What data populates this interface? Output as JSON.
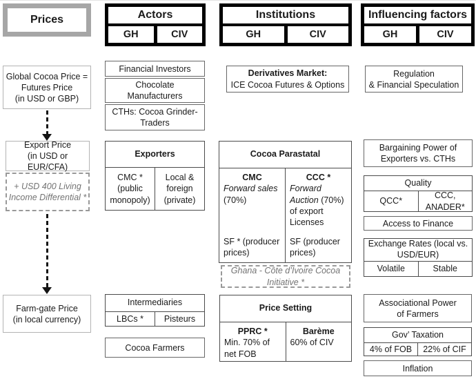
{
  "header": {
    "prices": "Prices",
    "actors": "Actors",
    "institutions": "Institutions",
    "influencing_factors": "Influencing factors",
    "gh": "GH",
    "civ": "CIV"
  },
  "prices": {
    "global_price": "Global Cocoa Price =\nFutures Price\n(in USD or GBP)",
    "export_price": "Export Price\n(in USD or EUR/CFA)",
    "living_income_differential": "+ USD 400 Living\nIncome Differential *",
    "farm_gate_price": "Farm-gate Price\n(in local currency)"
  },
  "actors": {
    "financial_investors": "Financial Investors",
    "chocolate_manufacturers": "Chocolate\nManufacturers",
    "cths": "CTHs: Cocoa Grinder-\nTraders",
    "exporters": {
      "title": "Exporters",
      "gh": "CMC *\n(public\nmonopoly)",
      "civ": "Local &\nforeign\n(private)"
    },
    "intermediaries": {
      "title": "Intermediaries",
      "gh": "LBCs *",
      "civ": "Pisteurs"
    },
    "cocoa_farmers": "Cocoa Farmers"
  },
  "institutions": {
    "derivatives_market": {
      "title": "Derivatives Market:",
      "subtitle": "ICE Cocoa Futures & Options"
    },
    "cocoa_parastatal": {
      "title": "Cocoa Parastatal",
      "gh": {
        "name": "CMC",
        "mechanism": "Forward sales",
        "share": "(70%)",
        "sf": "SF * (producer prices)"
      },
      "civ": {
        "name": "CCC *",
        "mechanism": "Forward Auction",
        "share": "(70%) of export Licenses",
        "sf": "SF (producer prices)"
      }
    },
    "ghana_civ_initiative": "Ghana - Côte d’Ivoire Cocoa\nInitiative *",
    "price_setting": {
      "title": "Price Setting",
      "gh": {
        "name": "PPRC *",
        "detail": "Min. 70% of\nnet FOB"
      },
      "civ": {
        "name": "Barème",
        "detail": "60% of CIV"
      }
    }
  },
  "influencing": {
    "regulation": "Regulation\n& Financial Speculation",
    "bargaining_power": "Bargaining Power of\nExporters vs. CTHs",
    "quality": {
      "title": "Quality",
      "gh": "QCC*",
      "civ": "CCC,\nANADER*"
    },
    "access_to_finance": "Access to Finance",
    "exchange_rates": {
      "title": "Exchange Rates (local vs.\nUSD/EUR)",
      "gh": "Volatile",
      "civ": "Stable"
    },
    "associational_power": "Associational Power\nof Farmers",
    "gov_taxation": {
      "title": "Gov’ Taxation",
      "gh": "4% of FOB",
      "civ": "22% of CIF"
    },
    "inflation": "Inflation"
  }
}
